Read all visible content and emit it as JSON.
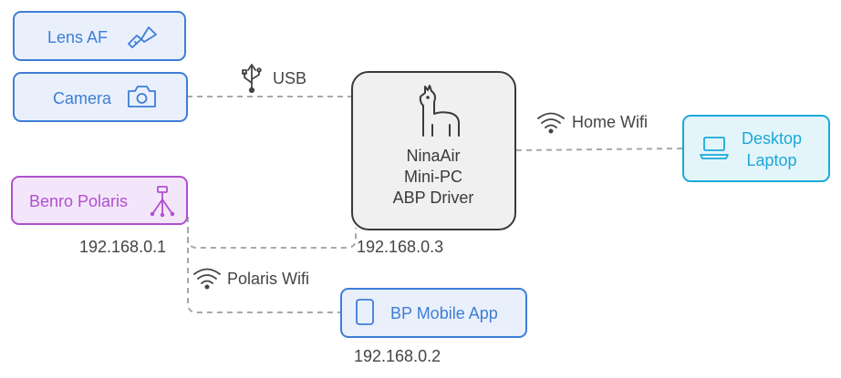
{
  "nodes": {
    "lens_af": {
      "label": "Lens AF",
      "icon": "flashlight-icon",
      "color": "#3f7dd6"
    },
    "camera": {
      "label": "Camera",
      "icon": "camera-icon",
      "color": "#3f7dd6"
    },
    "benro_polaris": {
      "label": "Benro Polaris",
      "icon": "tripod-icon",
      "color": "#b04fd0"
    },
    "hub": {
      "line1": "NinaAir",
      "line2": "Mini-PC",
      "line3": "ABP Driver",
      "icon": "llama-icon",
      "color": "#3a3a3a"
    },
    "desktop_laptop": {
      "line1": "Desktop",
      "line2": "Laptop",
      "icon": "laptop-icon",
      "color": "#1ba8d8"
    },
    "bp_mobile_app": {
      "label": "BP Mobile App",
      "icon": "smartphone-icon",
      "color": "#3f7dd6"
    }
  },
  "edges": {
    "usb": {
      "label": "USB",
      "icon": "usb-icon"
    },
    "home_wifi": {
      "label": "Home Wifi",
      "icon": "wifi-icon"
    },
    "polaris_wifi": {
      "label": "Polaris Wifi",
      "icon": "wifi-icon"
    }
  },
  "ips": {
    "polaris": "192.168.0.1",
    "hub": "192.168.0.3",
    "mobile": "192.168.0.2"
  }
}
